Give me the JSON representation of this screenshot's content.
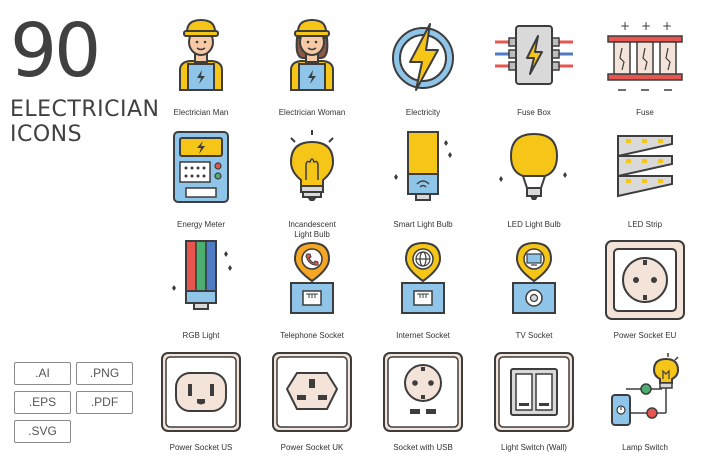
{
  "hero": {
    "number": "90",
    "title_line1": "ELECTRICIAN",
    "title_line2": "ICONS"
  },
  "formats": [
    ".AI",
    ".PNG",
    ".EPS",
    ".PDF",
    ".SVG"
  ],
  "colors": {
    "outline": "#3d3d3d",
    "yellow": "#f5c518",
    "blue": "#8fc5e8",
    "orange": "#f5a623",
    "red": "#e8554e",
    "green": "#4caf6f",
    "beige": "#f3e3d8",
    "gray": "#d9d9d9",
    "skin": "#f7c9a4"
  },
  "icons": [
    {
      "label": "Electrician Man",
      "icon": "electrician-man-icon"
    },
    {
      "label": "Electrician Woman",
      "icon": "electrician-woman-icon"
    },
    {
      "label": "Electricity",
      "icon": "electricity-icon"
    },
    {
      "label": "Fuse Box",
      "icon": "fuse-box-icon"
    },
    {
      "label": "Fuse",
      "icon": "fuse-icon"
    },
    {
      "label": "Energy Meter",
      "icon": "energy-meter-icon"
    },
    {
      "label": "Incandescent Light Bulb",
      "icon": "incandescent-bulb-icon"
    },
    {
      "label": "Smart Light Bulb",
      "icon": "smart-bulb-icon"
    },
    {
      "label": "LED Light Bulb",
      "icon": "led-bulb-icon"
    },
    {
      "label": "LED Strip",
      "icon": "led-strip-icon"
    },
    {
      "label": "RGB Light",
      "icon": "rgb-light-icon"
    },
    {
      "label": "Telephone Socket",
      "icon": "telephone-socket-icon"
    },
    {
      "label": "Internet Socket",
      "icon": "internet-socket-icon"
    },
    {
      "label": "TV Socket",
      "icon": "tv-socket-icon"
    },
    {
      "label": "Power Socket EU",
      "icon": "power-socket-eu-icon"
    },
    {
      "label": "Power Socket US",
      "icon": "power-socket-us-icon"
    },
    {
      "label": "Power Socket UK",
      "icon": "power-socket-uk-icon"
    },
    {
      "label": "Socket with USB",
      "icon": "socket-usb-icon"
    },
    {
      "label": "Light Switch (Wall)",
      "icon": "light-switch-icon"
    },
    {
      "label": "Lamp Switch",
      "icon": "lamp-switch-icon"
    }
  ]
}
